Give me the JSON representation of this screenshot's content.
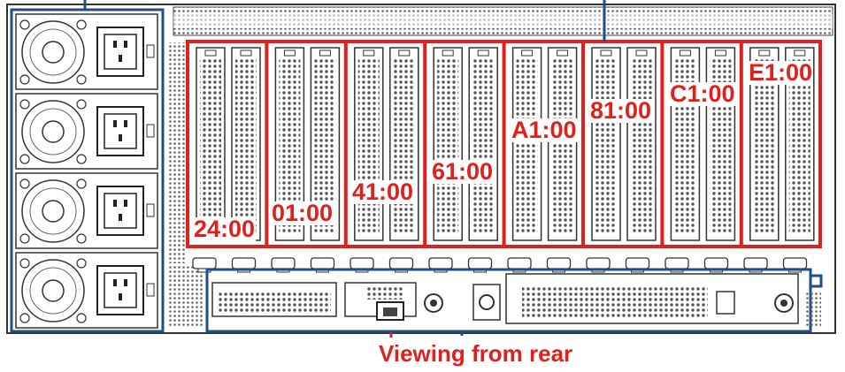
{
  "diagram": {
    "caption": "Viewing from rear",
    "slot_labels": [
      "24:00",
      "01:00",
      "41:00",
      "61:00",
      "A1:00",
      "81:00",
      "C1:00",
      "E1:00"
    ],
    "power_supply_count": 4,
    "colors": {
      "highlight_red": "#e0201c",
      "callout_blue": "#1f4e8c",
      "chassis_outline": "#333333",
      "vent_hole": "#555555",
      "background": "#ffffff"
    }
  }
}
